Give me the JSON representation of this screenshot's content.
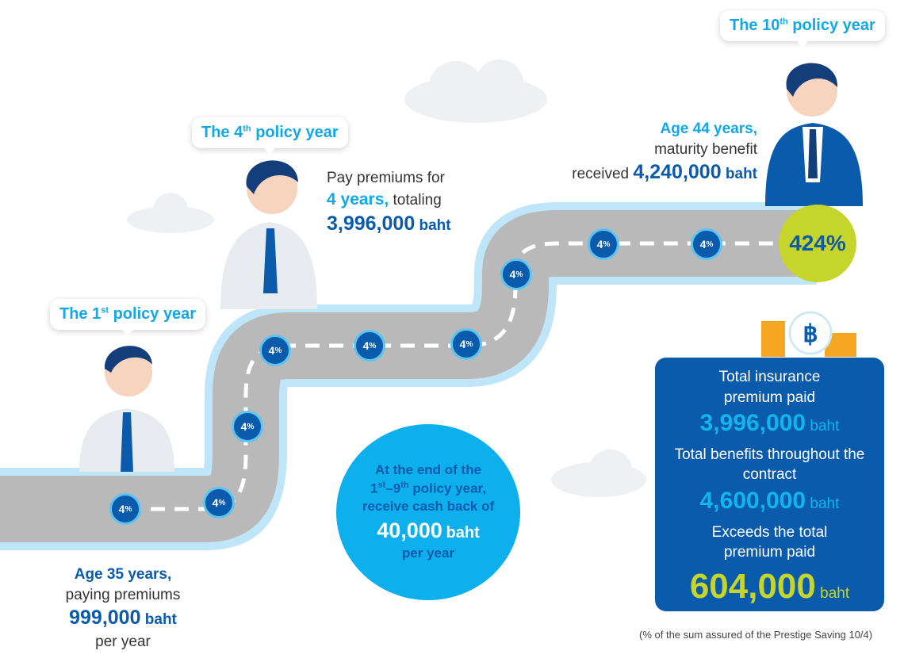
{
  "milestones": {
    "year1": {
      "pre": "The 1",
      "sup": "st",
      "post": " policy year"
    },
    "year4": {
      "pre": "The 4",
      "sup": "th",
      "post": " policy year"
    },
    "year10": {
      "pre": "The 10",
      "sup": "th",
      "post": " policy year"
    }
  },
  "age35": {
    "line1": "Age 35 years,",
    "line2": "paying premiums",
    "amount": "999,000",
    "unit": "baht",
    "line4": "per year"
  },
  "year4_text": {
    "line1": "Pay premiums for",
    "years": "4 years,",
    "totaling": " totaling",
    "amount": "3,996,000",
    "unit": "baht"
  },
  "age44": {
    "line1": "Age 44 years,",
    "line2": "maturity benefit",
    "received": "received ",
    "amount": "4,240,000",
    "unit": "baht"
  },
  "road_markers": [
    "4",
    "4",
    "4",
    "4",
    "4",
    "4",
    "4",
    "4",
    "4"
  ],
  "percent_sign": "%",
  "final_marker": "424%",
  "cashback": {
    "line1": "At the end of the",
    "sup1": "st",
    "dash": "–9",
    "sup2": "th",
    "one": "1",
    "line2b": " policy year,",
    "line3": "receive cash back of",
    "amount": "40,000",
    "unit": "baht",
    "line5": "per year"
  },
  "summary": {
    "label1": "Total insurance premium paid",
    "value1": "3,996,000",
    "unit1": "baht",
    "label2": "Total benefits throughout the contract",
    "value2": "4,600,000",
    "unit2": "baht",
    "label3": "Exceeds the total premium paid",
    "value3": "604,000",
    "unit3": "baht"
  },
  "footnote": "(% of the sum assured of the Prestige Saving 10/4)",
  "colors": {
    "primary": "#0a5bab",
    "cyan": "#12a8e6",
    "green": "#c6d52b",
    "road": "#b9b9b9",
    "road_edge": "#bfe6f8"
  }
}
